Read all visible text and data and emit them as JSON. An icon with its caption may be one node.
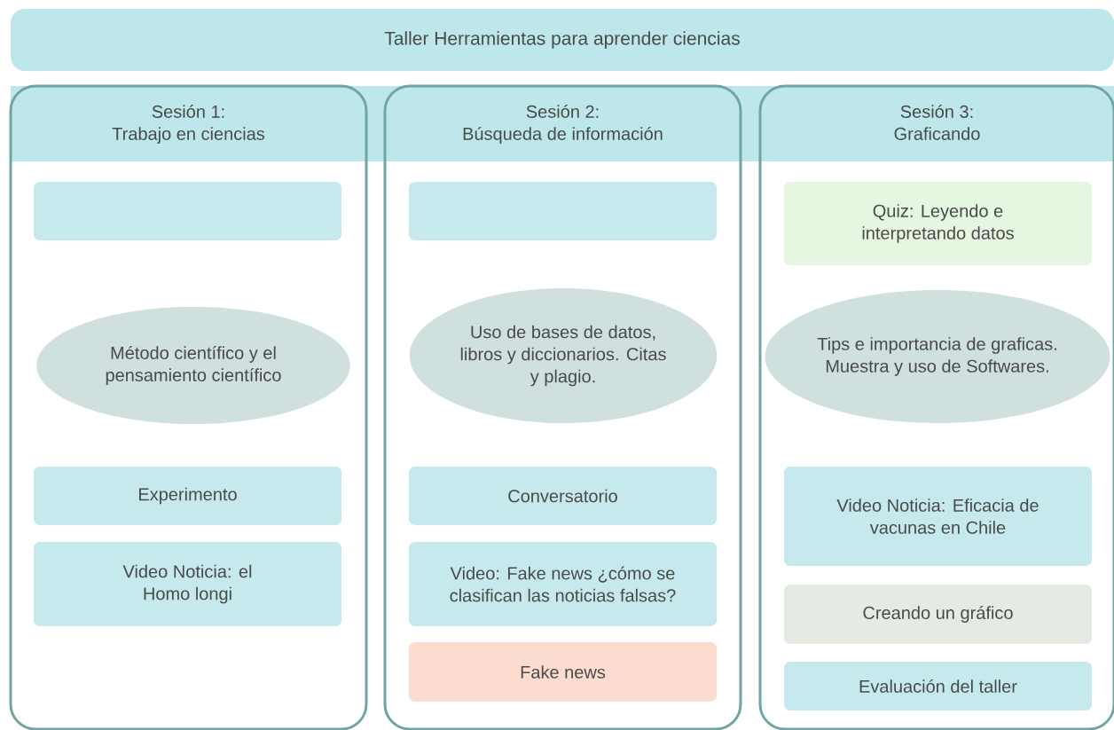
{
  "diagram": {
    "nodes": [
      {
        "text": [
          "Taller Herramientas para aprender ciencias"
        ]
      },
      {
        "text": [
          "Sesión 1:",
          "Trabajo en ciencias"
        ]
      },
      {
        "text": [],
        "shape": "box",
        "in": 1
      },
      {
        "text": [
          "Método científico y el pensamiento científico"
        ],
        "in": 1
      },
      {
        "text": [
          "Experimento"
        ],
        "in": 1
      },
      {
        "text": [
          "Video Noticia: el Homo longi"
        ],
        "in": 1
      },
      {
        "text": [
          "Sesión 2:",
          "Búsqueda de información"
        ]
      },
      {
        "text": [],
        "shape": "box",
        "in": 6
      },
      {
        "text": [
          "Uso de bases de datos, libros y diccionarios. Citas y plagio."
        ],
        "in": 6
      },
      {
        "text": [
          "Conversatorio"
        ],
        "in": 6
      },
      {
        "text": [
          "Video: Fake news ¿cómo se clasifican las noticias falsas?"
        ],
        "in": 6
      },
      {
        "text": [
          "Fake news"
        ],
        "in": 6
      },
      {
        "text": [
          "Sesión 3:",
          "Graficando"
        ]
      },
      {
        "text": [
          "Quiz: Leyendo e interpretando datos"
        ],
        "in": 12
      },
      {
        "text": [
          "Tips e importancia de graficas. Muestra y uso de Softwares."
        ],
        "in": 12
      },
      {
        "text": [
          "Video Noticia: Eficacia de vacunas en Chile"
        ],
        "in": 12
      },
      {
        "text": [
          "Creando un gráfico"
        ],
        "in": 12
      },
      {
        "text": [
          "Evaluación del taller"
        ],
        "in": 12
      }
    ]
  }
}
